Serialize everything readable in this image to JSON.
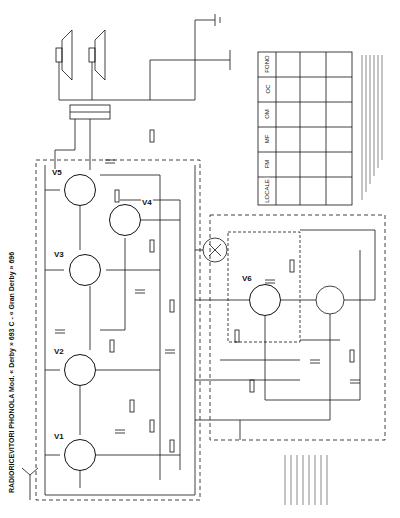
{
  "diagram": {
    "title": "RADIORICEVITORI PHONOLA Mod. « Derby » 693 C - « Gran Derby » 696",
    "nodes": [
      {
        "text": [
          "V1"
        ]
      },
      {
        "text": [
          "V2"
        ]
      },
      {
        "text": [
          "V3"
        ]
      },
      {
        "text": [
          "V4"
        ]
      },
      {
        "text": [
          "V5"
        ]
      },
      {
        "text": [
          "V6"
        ]
      }
    ],
    "labels": [
      "FONO",
      "OC",
      "OM",
      "MF",
      "FM",
      "LOCALE"
    ]
  }
}
